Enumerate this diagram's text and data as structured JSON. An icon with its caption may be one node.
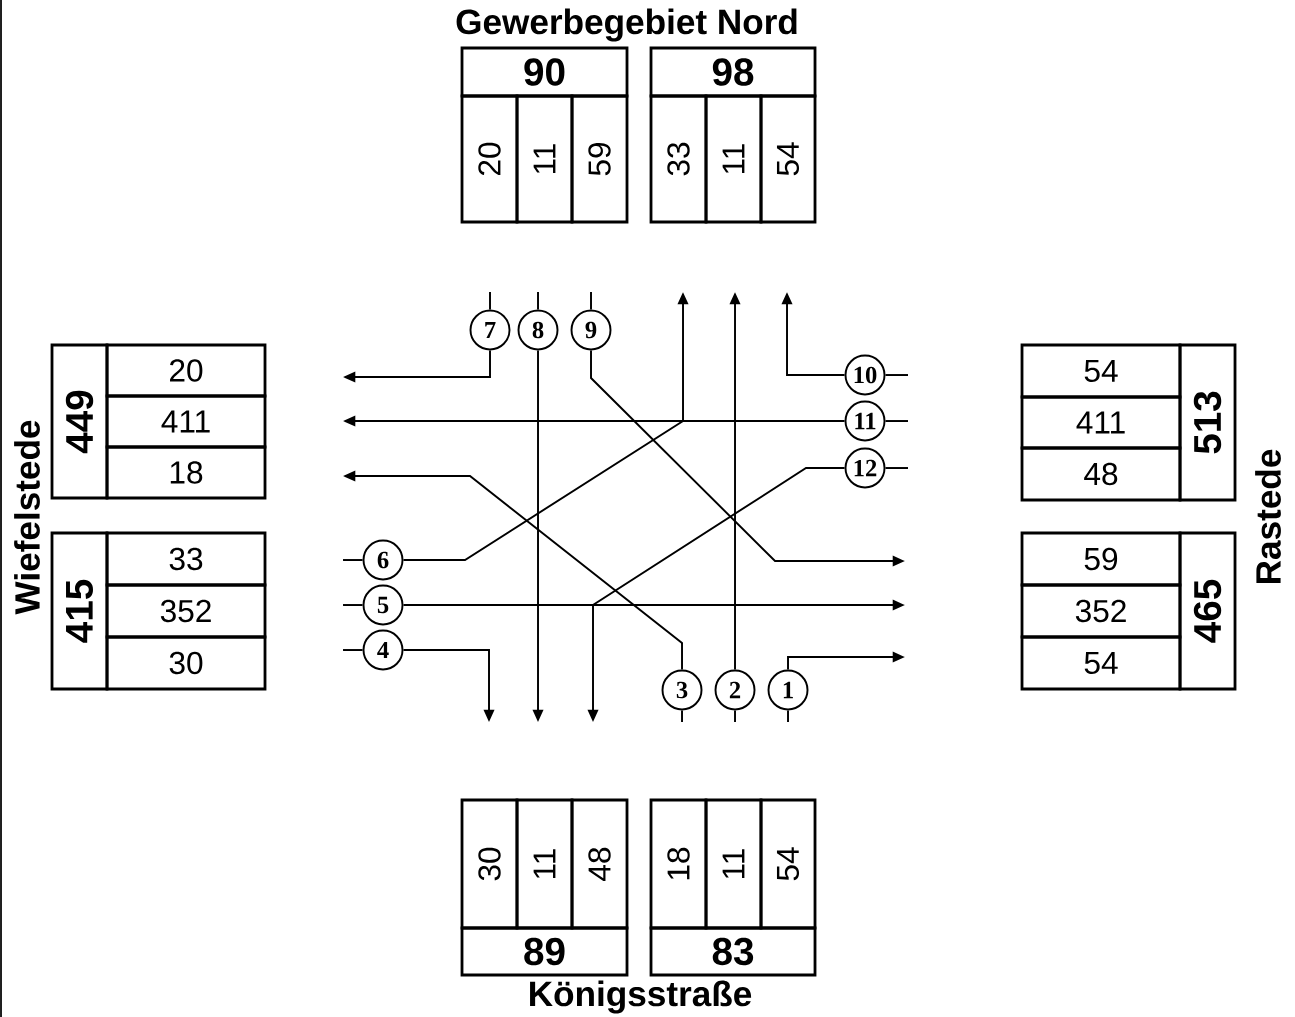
{
  "diagram": {
    "nodes": [
      {
        "text": [
          "90"
        ]
      },
      {
        "text": [
          "20"
        ]
      },
      {
        "text": [
          "11"
        ]
      },
      {
        "text": [
          "59"
        ]
      },
      {
        "text": [
          "98"
        ]
      },
      {
        "text": [
          "33"
        ]
      },
      {
        "text": [
          "11"
        ]
      },
      {
        "text": [
          "54"
        ]
      },
      {
        "text": [
          "449"
        ]
      },
      {
        "text": [
          "20"
        ]
      },
      {
        "text": [
          "411"
        ]
      },
      {
        "text": [
          "18"
        ]
      },
      {
        "text": [
          "415"
        ]
      },
      {
        "text": [
          "33"
        ]
      },
      {
        "text": [
          "352"
        ]
      },
      {
        "text": [
          "30"
        ]
      },
      {
        "text": [
          "54"
        ]
      },
      {
        "text": [
          "411"
        ]
      },
      {
        "text": [
          "48"
        ]
      },
      {
        "text": [
          "513"
        ]
      },
      {
        "text": [
          "59"
        ]
      },
      {
        "text": [
          "352"
        ]
      },
      {
        "text": [
          "54"
        ]
      },
      {
        "text": [
          "465"
        ]
      },
      {
        "text": [
          "30"
        ]
      },
      {
        "text": [
          "11"
        ]
      },
      {
        "text": [
          "48"
        ]
      },
      {
        "text": [
          "89"
        ]
      },
      {
        "text": [
          "18"
        ]
      },
      {
        "text": [
          "11"
        ]
      },
      {
        "text": [
          "54"
        ]
      },
      {
        "text": [
          "83"
        ]
      },
      {
        "text": [
          "1"
        ]
      },
      {
        "text": [
          "2"
        ]
      },
      {
        "text": [
          "3"
        ]
      },
      {
        "text": [
          "4"
        ]
      },
      {
        "text": [
          "5"
        ]
      },
      {
        "text": [
          "6"
        ]
      },
      {
        "text": [
          "7"
        ]
      },
      {
        "text": [
          "8"
        ]
      },
      {
        "text": [
          "9"
        ]
      },
      {
        "text": [
          "10"
        ]
      },
      {
        "text": [
          "11"
        ]
      },
      {
        "text": [
          "12"
        ]
      }
    ],
    "edges": [
      {
        "from": null,
        "to": 32,
        "arrow": "none"
      },
      {
        "from": 32,
        "to": null,
        "arrow": "to"
      },
      {
        "from": null,
        "to": 33,
        "arrow": "none"
      },
      {
        "from": 33,
        "to": null,
        "arrow": "to"
      },
      {
        "from": null,
        "to": 34,
        "arrow": "none"
      },
      {
        "from": 34,
        "to": null,
        "arrow": "to"
      },
      {
        "from": null,
        "to": 35,
        "arrow": "none"
      },
      {
        "from": 35,
        "to": null,
        "arrow": "to"
      },
      {
        "from": null,
        "to": 36,
        "arrow": "none"
      },
      {
        "from": 36,
        "to": null,
        "arrow": "to"
      },
      {
        "from": null,
        "to": 37,
        "arrow": "none"
      },
      {
        "from": 37,
        "to": null,
        "arrow": "to"
      },
      {
        "from": null,
        "to": 38,
        "arrow": "none"
      },
      {
        "from": 38,
        "to": null,
        "arrow": "to"
      },
      {
        "from": null,
        "to": 39,
        "arrow": "none"
      },
      {
        "from": 39,
        "to": null,
        "arrow": "to"
      },
      {
        "from": null,
        "to": 40,
        "arrow": "none"
      },
      {
        "from": 40,
        "to": null,
        "arrow": "to"
      },
      {
        "from": null,
        "to": 41,
        "arrow": "none"
      },
      {
        "from": 41,
        "to": null,
        "arrow": "to"
      },
      {
        "from": null,
        "to": 42,
        "arrow": "none"
      },
      {
        "from": 42,
        "to": null,
        "arrow": "to"
      },
      {
        "from": null,
        "to": 43,
        "arrow": "none"
      },
      {
        "from": 43,
        "to": null,
        "arrow": "to"
      }
    ],
    "labels": [
      "Gewerbegebiet Nord",
      "Wiefelstede",
      "Rastede",
      "Königsstraße"
    ]
  }
}
